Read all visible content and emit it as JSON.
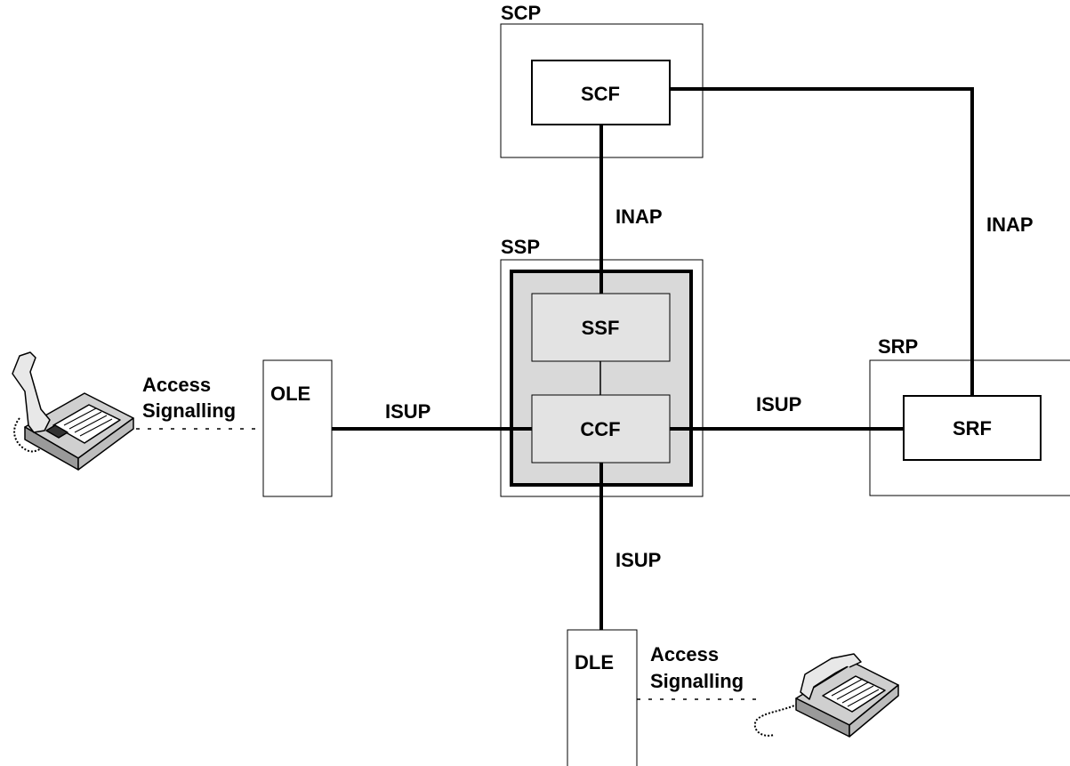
{
  "nodes": {
    "scp": "SCP",
    "scf": "SCF",
    "ssp": "SSP",
    "ssf": "SSF",
    "ccf": "CCF",
    "srp": "SRP",
    "srf": "SRF",
    "ole": "OLE",
    "dle": "DLE"
  },
  "links": {
    "scf_ssf": "INAP",
    "scf_srf": "INAP",
    "ole_ccf": "ISUP",
    "ccf_srf": "ISUP",
    "ccf_dle": "ISUP"
  },
  "access": {
    "left_line1": "Access",
    "left_line2": "Signalling",
    "right_line1": "Access",
    "right_line2": "Signalling"
  },
  "colors": {
    "line": "#000000",
    "box_fill": "#ffffff",
    "ssp_inner_fill": "#d9d9d9",
    "function_fill": "#e3e3e3"
  },
  "icons": {
    "left_phone": "telephone-icon",
    "right_phone": "telephone-icon"
  }
}
